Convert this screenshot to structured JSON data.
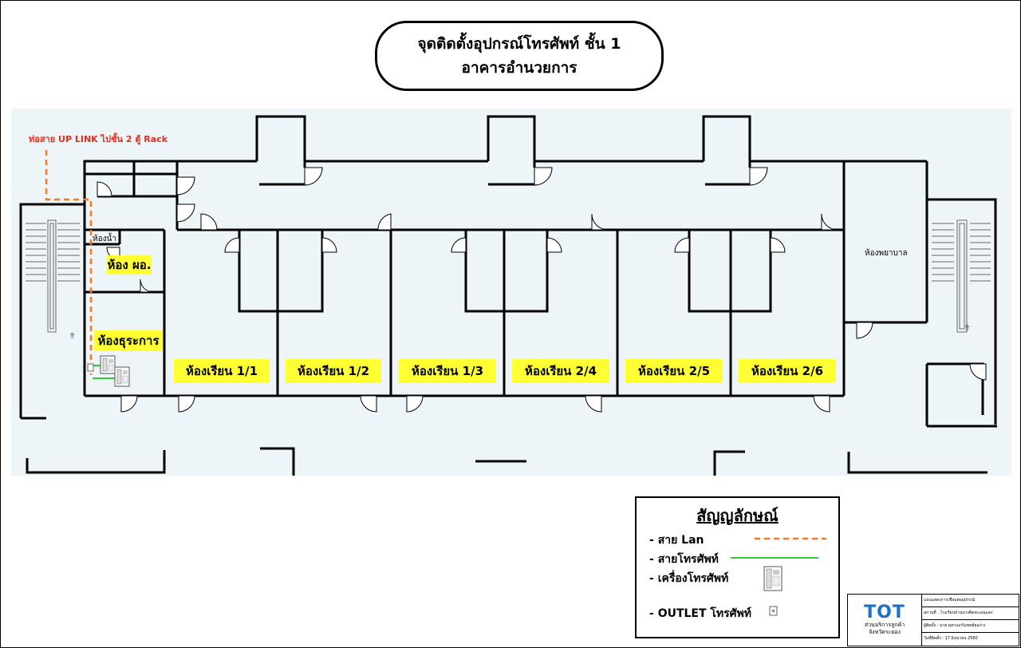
{
  "title": {
    "line1": "จุดติดตั้งอุปกรณ์โทรศัพท์ ชั้น 1",
    "line2": "อาคารอำนวยการ"
  },
  "uplink_note": "ท่อสาย  UP LINK ไปชั้น 2  ตู้ Rack",
  "rooms": {
    "toilet": "ห้องน้ำ",
    "director": "ห้อง ผอ.",
    "admin": "ห้องธุระการ",
    "class_1_1": "ห้องเรียน  1/1",
    "class_1_2": "ห้องเรียน  1/2",
    "class_1_3": "ห้องเรียน  1/3",
    "class_2_4": "ห้องเรียน  2/4",
    "class_2_5": "ห้องเรียน  2/5",
    "class_2_6": "ห้องเรียน  2/6",
    "nurse": "ห้องพยาบาล"
  },
  "legend": {
    "title": "สัญญลักษณ์",
    "lan": "สาย  Lan",
    "phone_line": "สายโทรศัพท์",
    "phone": "เครื่องโทรศัพท์",
    "outlet": "OUTLET โทรศัพท์",
    "colors": {
      "lan": "#f07b2a",
      "phone_line": "#33cc33"
    }
  },
  "title_block": {
    "logo": "TOT",
    "logo_sub1": "ส่วนบริการลูกค้า",
    "logo_sub2": "จังหวัดระยอง",
    "row1": "แบบแสดงการเชื่อมต่ออุปกรณ์",
    "row2": "สถานที่ : โรงเรียนบ้านบางติดทะเลนแดง",
    "row3": "ผู้ติดตั้ง : นาย ดุสาเนกร์แพทย์ยอง่าง",
    "row4": "วันที่ติดตั้ง : 17 มิถุนายน 2560"
  }
}
